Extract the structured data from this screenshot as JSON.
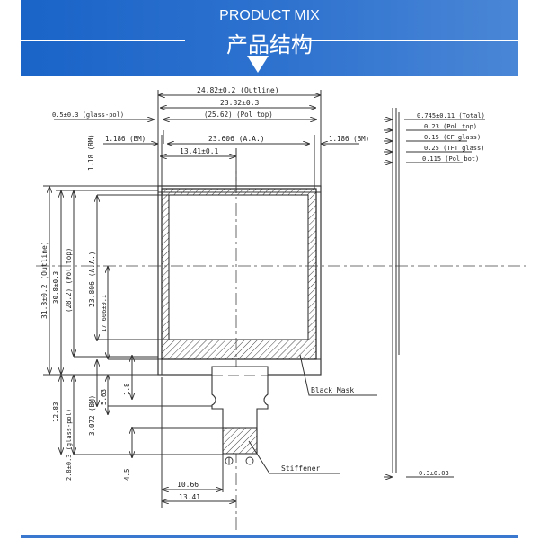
{
  "header": {
    "title_en": "PRODUCT MIX",
    "title_zh": "产品结构",
    "accent_color": "#1a64c8",
    "indicator": "down-triangle"
  },
  "drawing": {
    "top_dimensions": {
      "outline_width": "24.82±0.2 (Outline)",
      "glass_width": "23.32±0.3",
      "pol_top_width": "(25.62) (Pol top)",
      "glass_pol_offset": "0.5±0.3 (glass-pol)",
      "bm_left": "1.186 (BM)",
      "active_area_width": "23.606 (A.A.)",
      "bm_right": "1.186 (BM)",
      "center_offset": "13.41±0.1",
      "bm_top": "1.18 (BM)"
    },
    "left_dimensions": {
      "outline_height": "31.3±0.2 (Outline)",
      "glass_height": "30.8±0.3",
      "pol_top_height": "(28.2) (Pol top)",
      "active_area_height": "23.806 (A.A.)",
      "center_height": "17.606±0.1",
      "fpc_length": "12.83",
      "glass_pol_bottom": "2.8±0.3 (glass-pol)",
      "bm_bottom": "3.072 (BM)",
      "fpc_notch": "5.63",
      "fpc_neck": "1.8",
      "stiffener_height": "4.5"
    },
    "bottom_dimensions": {
      "fpc_offset": "10.66",
      "center_offset": "13.41"
    },
    "callouts": {
      "black_mask": "Black Mask",
      "stiffener": "Stiffener"
    },
    "side_view": {
      "total": "0.745±0.11 (Total)",
      "pol_top": "0.23 (Pol top)",
      "cf_glass": "0.15 (CF glass)",
      "tft_glass": "0.25 (TFT glass)",
      "pol_bot": "0.115 (Pol bot)",
      "stiffener_thickness": "0.3±0.03"
    }
  }
}
